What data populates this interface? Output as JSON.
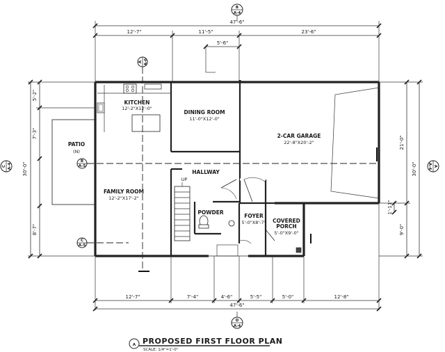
{
  "title": "PROPOSED FIRST FLOOR PLAN",
  "scale": "SCALE: 1/4\"=1'-0\"",
  "title_tag": "A",
  "section_tags": {
    "top": [
      "B",
      "A-4"
    ],
    "bottom": [
      "D",
      "A-4"
    ],
    "left": [
      "C",
      "A-4"
    ],
    "right": [
      "A",
      "A-4"
    ],
    "kitchen": [
      "A",
      "A-6"
    ],
    "patio": [
      "B",
      "A-5"
    ],
    "family": [
      "C",
      "A-5"
    ]
  },
  "rooms": {
    "kitchen": {
      "name": "KITCHEN",
      "size": "12'-2\"X12'-0\""
    },
    "dining": {
      "name": "DINING ROOM",
      "size": "11'-0\"X12'-0\""
    },
    "garage": {
      "name": "2-CAR GARAGE",
      "size": "22'-8\"X20'-2\""
    },
    "patio": {
      "name": "PATIO",
      "size": "(N)"
    },
    "hallway": {
      "name": "HALLWAY"
    },
    "family": {
      "name": "FAMILY ROOM",
      "size": "12'-2\"X17'-2\""
    },
    "powder": {
      "name": "POWDER"
    },
    "foyer": {
      "name": "FOYER",
      "size": "5'-0\"X8'-7\""
    },
    "porch": {
      "name": "COVERED",
      "name2": "PORCH",
      "size": "5'-0\"X9'-0\""
    },
    "stair": {
      "name": "UP"
    }
  },
  "dims": {
    "top_total": "47'-6\"",
    "top_1": "12'-7\"",
    "top_2": "11'-5\"",
    "top_3": "23'-6\"",
    "top_sub": "5'-6\"",
    "left_total": "30'-0\"",
    "left_1": "5'-2\"",
    "left_2": "7'-3\"",
    "left_3": "8'-7\"",
    "right_total": "30'-0\"",
    "right_1": "21'-0\"",
    "right_2": "9'-0\"",
    "right_sub": "1'-11\"",
    "bottom_1": "12'-7\"",
    "bottom_2": "7'-4\"",
    "bottom_3": "4'-6\"",
    "bottom_4": "5'-5\"",
    "bottom_5": "5'-0\"",
    "bottom_6": "12'-8\"",
    "bottom_total": "47'-6\""
  }
}
